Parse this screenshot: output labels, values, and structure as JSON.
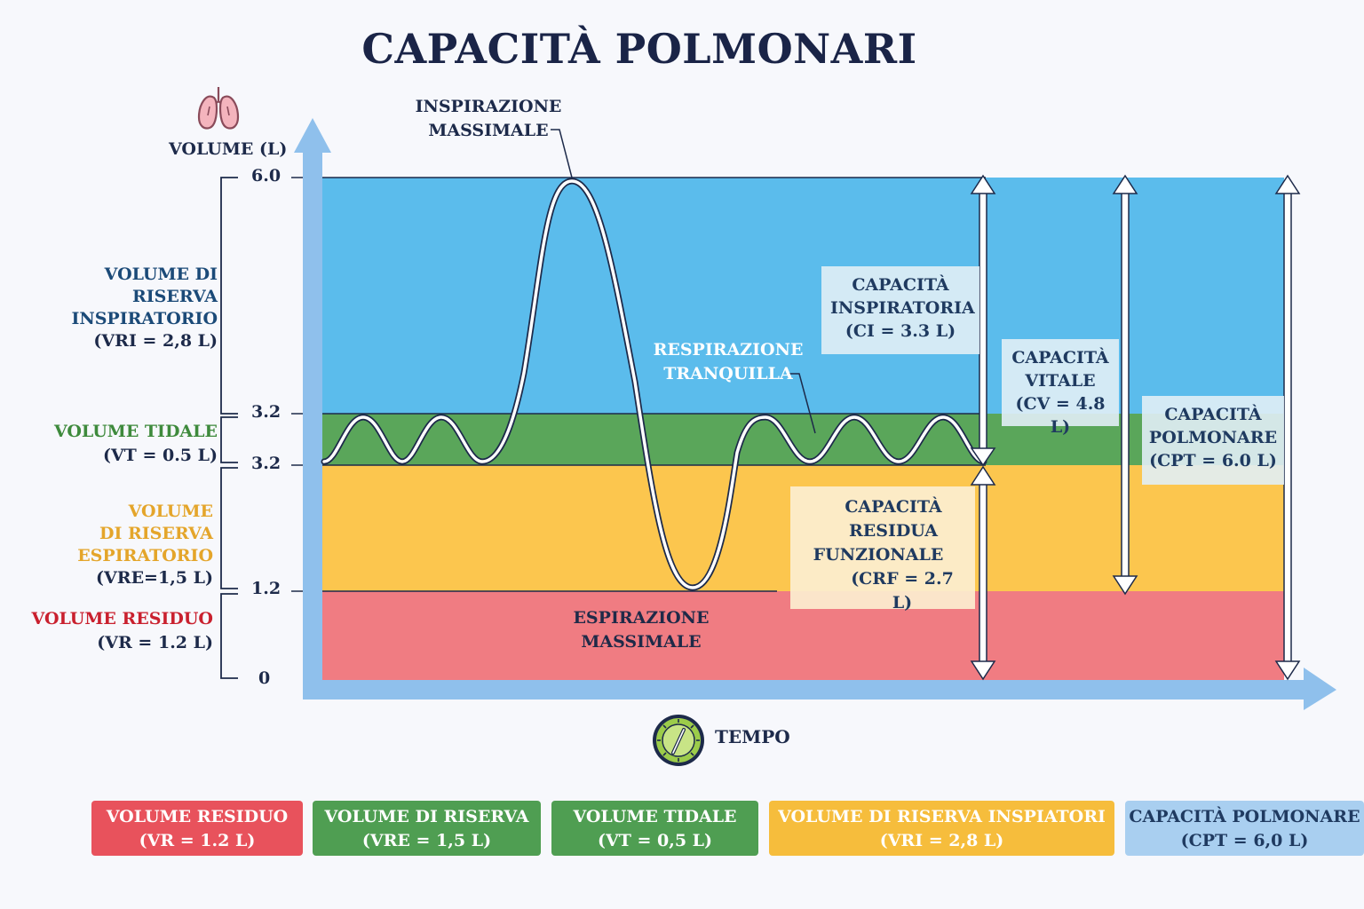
{
  "title": "CAPACITÀ POLMONARI",
  "axis": {
    "y_label": "VOLUME (L)",
    "x_label": "TEMPO",
    "y_ticks": [
      "6.0",
      "3.2",
      "3.2",
      "1.2",
      "0"
    ]
  },
  "left_labels": {
    "vri": [
      "VOLUME DI",
      "RISERVA",
      "INSPIRATORIO",
      "(VRI = 2,8 L)"
    ],
    "vt": [
      "VOLUME TIDALE",
      "(VT = 0.5 L)"
    ],
    "vre": [
      "VOLUME",
      "DI RISERVA",
      "ESPIRATORIO",
      "(VRE=1,5 L)"
    ],
    "vr": [
      "VOLUME RESIDUO",
      "(VR = 1.2 L)"
    ]
  },
  "annotations": {
    "max_insp": [
      "INSPIRAZIONE",
      "MASSIMALE"
    ],
    "quiet": [
      "RESPIRAZIONE",
      "TRANQUILLA"
    ],
    "max_exp": [
      "ESPIRAZIONE",
      "MASSIMALE"
    ]
  },
  "callouts": {
    "ci": [
      "CAPACITÀ",
      "INSPIRATORIA",
      "(CI = 3.3 L)"
    ],
    "cv": [
      "CAPACITÀ",
      "VITALE",
      "(CV = 4.8 L)"
    ],
    "cpt": [
      "CAPACITÀ",
      "POLMONARE",
      "(CPT = 6.0 L)"
    ],
    "crf": [
      "CAPACITÀ",
      "RESIDUA",
      "FUNZIONALE",
      "(CRF = 2.7 L)"
    ]
  },
  "legend": [
    {
      "line1": "VOLUME RESIDUO",
      "line2": "(VR = 1.2 L)",
      "color": "#e8525c"
    },
    {
      "line1": "VOLUME DI RISERVA",
      "line2": "(VRE = 1,5 L)",
      "color": "#4f9e52"
    },
    {
      "line1": "VOLUME TIDALE",
      "line2": "(VT = 0,5 L)",
      "color": "#4f9e52"
    },
    {
      "line1": "VOLUME DI RISERVA INSPIATORI",
      "line2": "(VRI = 2,8 L)",
      "color": "#f6bd3c"
    },
    {
      "line1": "CAPACITÀ POLMONARE",
      "line2": "(CPT = 6,0 L)",
      "color": "#a9cff0"
    }
  ],
  "colors": {
    "vri_band": "#5bbcec",
    "vt_band": "#5aa65a",
    "vre_band": "#fcc64e",
    "vr_band": "#f07c82",
    "axis": "#8fc0ec",
    "curve": "#ffffff",
    "label_blue": "#1b4a78",
    "label_green": "#3e8a3c",
    "label_yellow": "#e4a52a",
    "label_red": "#c9202e"
  }
}
